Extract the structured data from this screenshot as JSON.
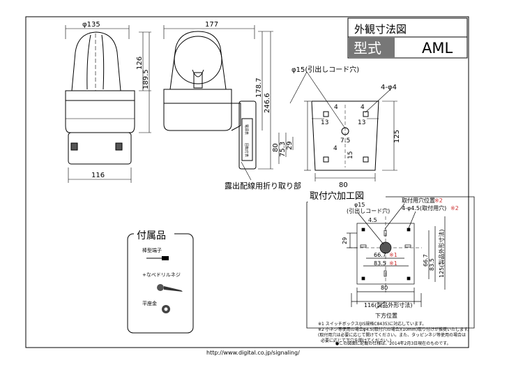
{
  "title_block": {
    "title": "外観寸法図",
    "model_label": "型式",
    "model": "AML"
  },
  "dimensions": {
    "front_width": "φ135",
    "side_depth": "177",
    "dome_height": "126",
    "front_total_height": "189.5",
    "side_height_a": "178.7",
    "side_height_b": "246.6",
    "cable_hole_label": "φ15(引出しコード穴)",
    "mount_holes_label": "4-φ4",
    "base_width": "116",
    "bracket_80": "80",
    "bracket_75_3": "75.3",
    "bracket_29": "29",
    "plate_height": "125",
    "plate_width": "80",
    "plate_4a": "4",
    "plate_4b": "4",
    "plate_13a": "13",
    "plate_13b": "13",
    "plate_7_5": "7.5",
    "plate_4c": "4",
    "plate_15": "15",
    "cutout_label": "露出配線用折り取り部"
  },
  "mounting": {
    "title": "取付穴加工図",
    "hole_phi15": "φ15",
    "hole_phi15_sub": "(引出しコード穴)",
    "hole_pos_label": "取付用穴位置",
    "hole_pos_mark": "※2",
    "hole_mount": "4-φ4.5(取付用穴)",
    "hole_mount_mark": "※2",
    "dim_4_5": "4.5",
    "dim_29": "29",
    "dim_66_7h": "66.7",
    "dim_83_5h": "83.5",
    "mark1": "※1",
    "dim_66_7v": "66.7",
    "dim_83_5v": "83.5",
    "dim_125": "125(製品外形寸法)",
    "dim_80": "80",
    "dim_116": "116(製品外形寸法)",
    "bottom_side": "下方位置",
    "note1": "※1 スイッチボックス(JIS規格C8435)に対応しています。",
    "note2": "※2 小ネジ等使用の場合φ4.5(取付穴の場合)(10mm)取り付けが推奨いたします。",
    "note3": "(取付用穴は必要に応じて開けてください。また、タッピンネジ等使用の場合は",
    "note4": "必要に応じて下穴を開けてください。)"
  },
  "accessories": {
    "title": "付属品",
    "item1": "棒型端子",
    "item2": "+なべドリルネジ",
    "item3": "平座金"
  },
  "switch_labels": {
    "a": "電源表",
    "b": "回転灯表"
  },
  "footer": {
    "note": "●この図面に記載の仕様は、2014年2月3日現在のものです。",
    "url": "http://www.digital.co.jp/signaling/"
  }
}
